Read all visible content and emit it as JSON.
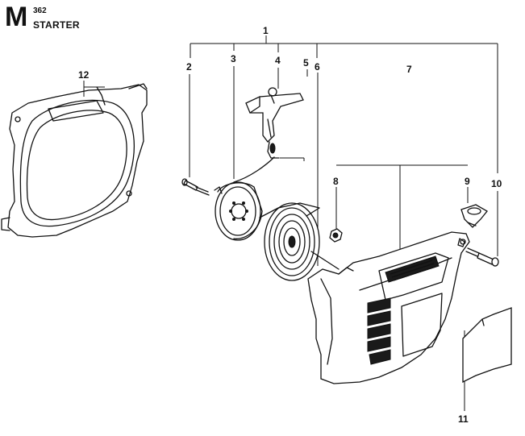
{
  "header": {
    "section_letter": "M",
    "model": "362",
    "title": "STARTER"
  },
  "callouts": [
    "1",
    "2",
    "3",
    "4",
    "5",
    "6",
    "7",
    "8",
    "9",
    "10",
    "11",
    "12"
  ]
}
